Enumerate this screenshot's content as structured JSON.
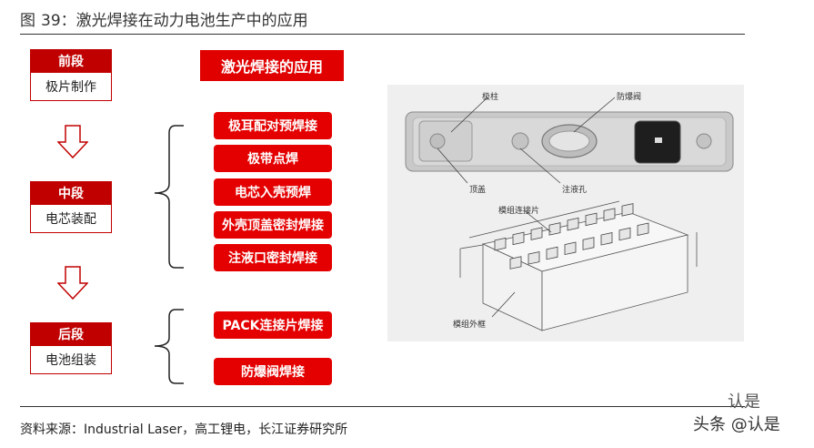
{
  "title": {
    "prefix": "图",
    "number": "39：",
    "text": "激光焊接在动力电池生产中的应用"
  },
  "stages": [
    {
      "head": "前段",
      "body": "极片制作"
    },
    {
      "head": "中段",
      "body": "电芯装配"
    },
    {
      "head": "后段",
      "body": "电池组装"
    }
  ],
  "applications": {
    "title": "激光焊接的应用",
    "items": [
      "极耳配对预焊接",
      "极带点焊",
      "电芯入壳预焊",
      "外壳顶盖密封焊接",
      "注液口密封焊接",
      "PACK连接片焊接",
      "防爆阀焊接"
    ]
  },
  "photo_labels": {
    "pole": "极柱",
    "vent": "防爆阀",
    "top_cover": "顶盖",
    "fill_hole": "注液孔",
    "module_connector": "模组连接片",
    "module_frame": "模组外框"
  },
  "source": "资料来源：Industrial Laser，高工锂电，长江证券研究所",
  "watermark": {
    "top": "认是",
    "bottom": "头条 @认是"
  },
  "colors": {
    "accent": "#c00000",
    "button": "#e40000"
  }
}
